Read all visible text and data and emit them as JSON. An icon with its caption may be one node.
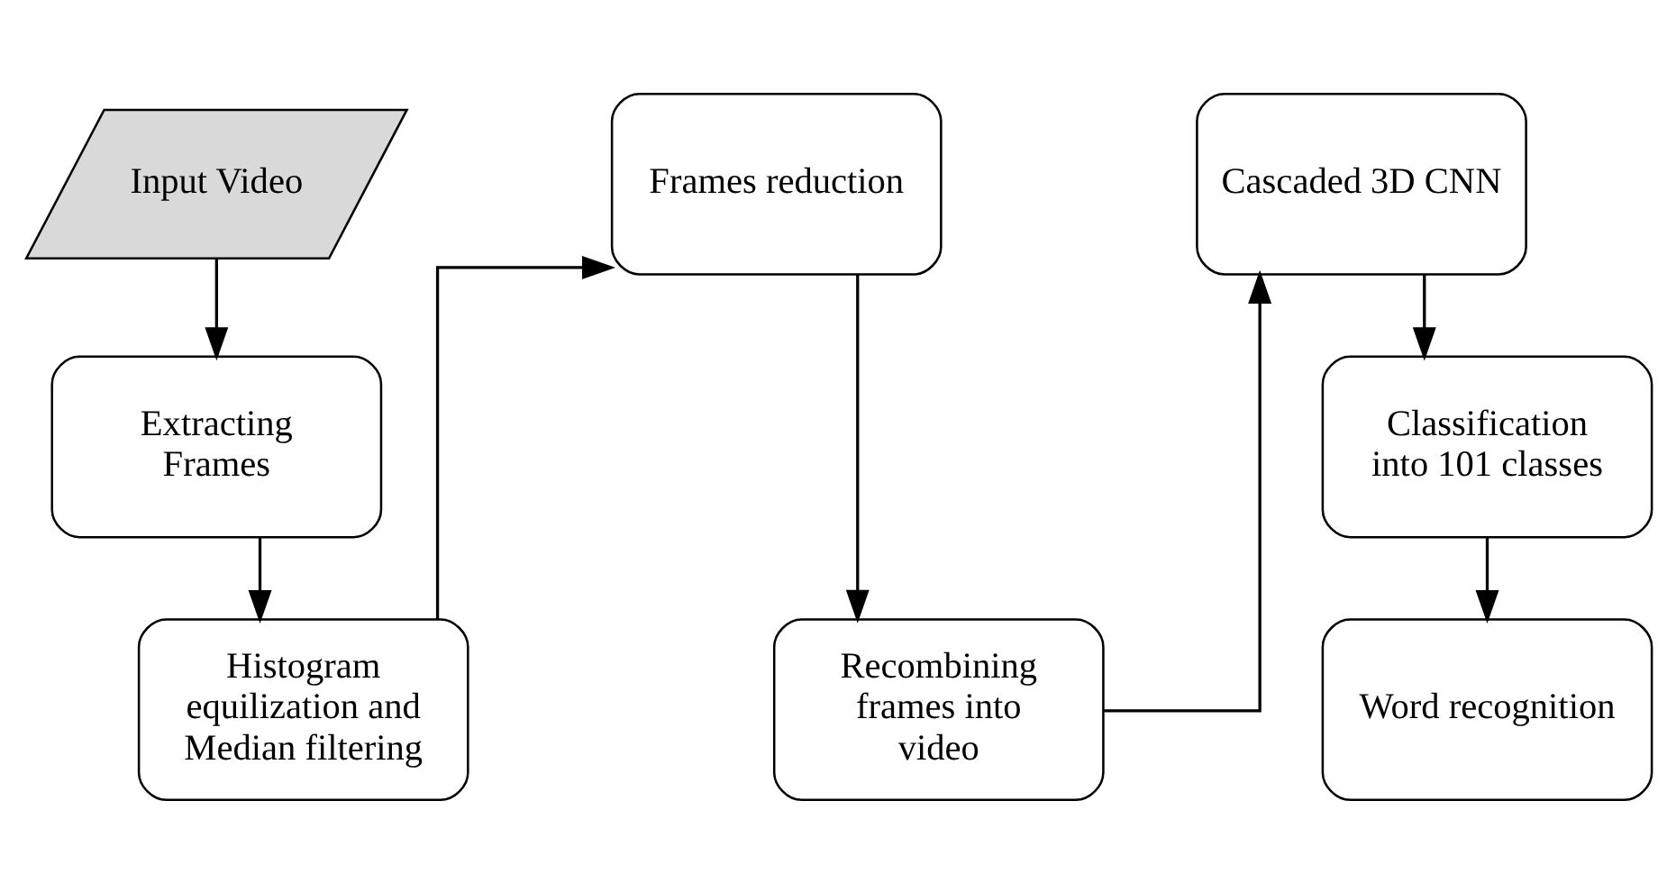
{
  "diagram": {
    "nodes": [
      {
        "text": [
          "Input Video"
        ]
      },
      {
        "text": [
          "Extracting Frames"
        ]
      },
      {
        "text": [
          "Histogram equilization and Median filtering"
        ]
      },
      {
        "text": [
          "Frames reduction"
        ]
      },
      {
        "text": [
          "Recombining frames into video"
        ]
      },
      {
        "text": [
          "Cascaded 3D CNN"
        ]
      },
      {
        "text": [
          "Classification into 101 classes"
        ]
      },
      {
        "text": [
          "Word recognition"
        ]
      }
    ],
    "edges": [
      {
        "from": 0,
        "to": 1,
        "arrow": "to"
      },
      {
        "from": 1,
        "to": 2,
        "arrow": "to"
      },
      {
        "from": 2,
        "to": 3,
        "arrow": "to"
      },
      {
        "from": 3,
        "to": 4,
        "arrow": "to"
      },
      {
        "from": 4,
        "to": 5,
        "arrow": "to"
      },
      {
        "from": 5,
        "to": 6,
        "arrow": "to"
      },
      {
        "from": 6,
        "to": 7,
        "arrow": "to"
      }
    ]
  }
}
